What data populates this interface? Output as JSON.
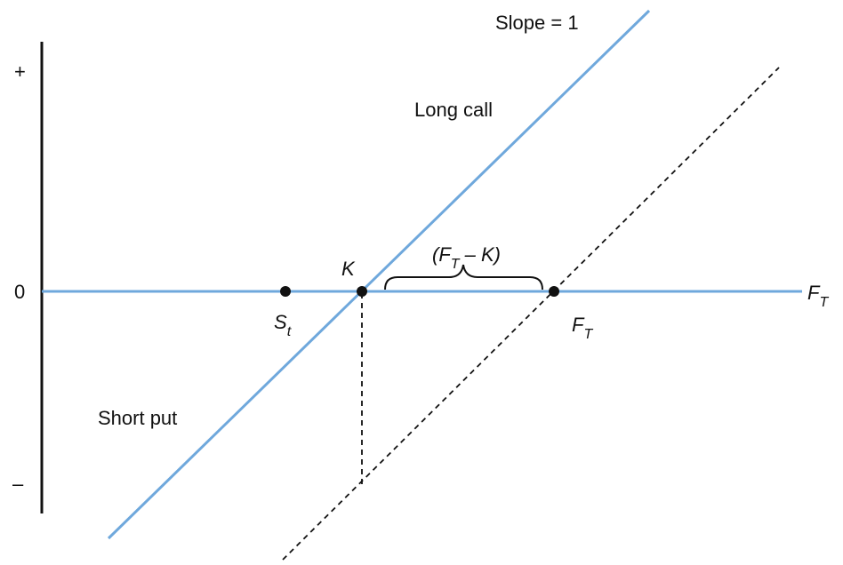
{
  "y_axis": {
    "plus_label": "+",
    "zero_label": "0",
    "minus_label": "–"
  },
  "x_axis": {
    "label_main": "F",
    "label_sub": "T"
  },
  "labels": {
    "slope": "Slope = 1",
    "long_call": "Long call",
    "short_put": "Short put",
    "k_point": "K",
    "st_main": "S",
    "st_sub": "t",
    "ft_main": "F",
    "ft_sub": "T",
    "brace_open": "(F",
    "brace_sub": "T",
    "brace_rest": " – K)"
  },
  "colors": {
    "blue_line": "#6fa8dc",
    "black": "#111111"
  }
}
